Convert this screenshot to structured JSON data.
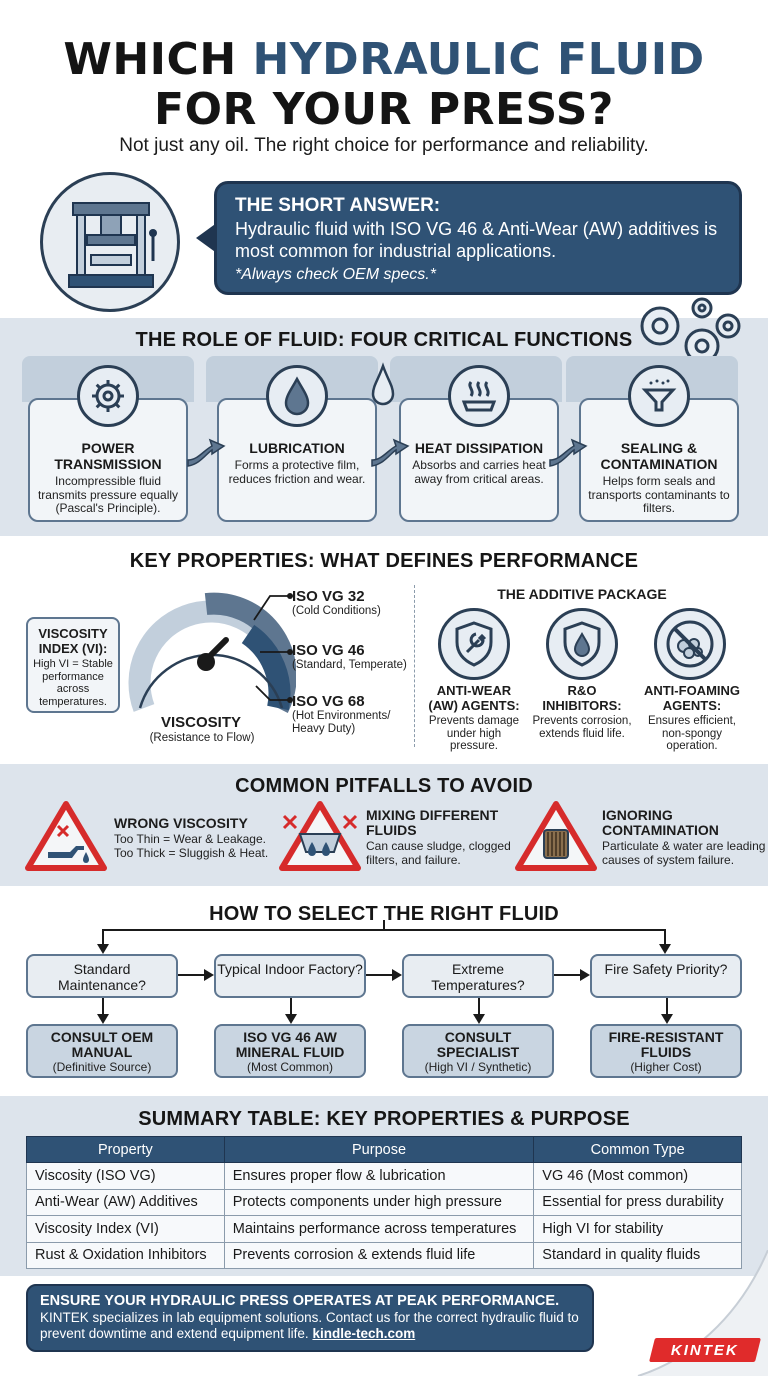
{
  "header": {
    "title_part1": "WHICH",
    "title_part2": "HYDRAULIC FLUID",
    "title_line2": "FOR YOUR PRESS?",
    "subtitle": "Not just any oil. The right choice for performance and reliability."
  },
  "short_answer": {
    "heading": "THE SHORT ANSWER:",
    "text": "Hydraulic fluid with ISO VG 46 & Anti-Wear (AW) additives is most common for industrial applications.",
    "note": "*Always check OEM specs.*"
  },
  "functions": {
    "title": "THE ROLE OF FLUID: FOUR CRITICAL FUNCTIONS",
    "items": [
      {
        "title": "POWER TRANSMISSION",
        "text": "Incompressible fluid transmits pressure equally (Pascal's Principle).",
        "icon": "gear-icon"
      },
      {
        "title": "LUBRICATION",
        "text": "Forms a protective film, reduces friction and wear.",
        "icon": "droplet-icon"
      },
      {
        "title": "HEAT DISSIPATION",
        "text": "Absorbs and carries heat away from critical areas.",
        "icon": "heat-icon"
      },
      {
        "title": "SEALING & CONTAMINATION",
        "text": "Helps form seals and transports contaminants to filters.",
        "icon": "funnel-icon"
      }
    ]
  },
  "properties": {
    "title": "KEY PROPERTIES: WHAT DEFINES PERFORMANCE",
    "vi_title": "VISCOSITY INDEX (VI):",
    "vi_text": "High VI = Stable performance across temperatures.",
    "viscosity_label": "VISCOSITY",
    "viscosity_sub": "(Resistance to Flow)",
    "grades": [
      {
        "label": "ISO VG 32",
        "sub": "(Cold Conditions)"
      },
      {
        "label": "ISO VG 46",
        "sub": "(Standard, Temperate)"
      },
      {
        "label": "ISO VG 68",
        "sub": "(Hot Environments/ Heavy Duty)"
      }
    ],
    "additive_title": "THE ADDITIVE PACKAGE",
    "additives": [
      {
        "title": "ANTI-WEAR (AW) AGENTS:",
        "text": "Prevents damage under high pressure.",
        "icon": "shield-wrench-icon"
      },
      {
        "title": "R&O INHIBITORS:",
        "text": "Prevents corrosion, extends fluid life.",
        "icon": "shield-drop-icon"
      },
      {
        "title": "ANTI-FOAMING AGENTS:",
        "text": "Ensures efficient, non-spongy operation.",
        "icon": "no-foam-icon"
      }
    ]
  },
  "pitfalls": {
    "title": "COMMON PITFALLS TO AVOID",
    "items": [
      {
        "title": "WRONG VISCOSITY",
        "text1": "Too Thin = Wear & Leakage.",
        "text2": "Too Thick = Sluggish & Heat."
      },
      {
        "title": "MIXING DIFFERENT FLUIDS",
        "text1": "Can cause sludge, clogged filters, and failure.",
        "text2": ""
      },
      {
        "title": "IGNORING CONTAMINATION",
        "text1": "Particulate & water are leading causes of system failure.",
        "text2": ""
      }
    ]
  },
  "select": {
    "title": "HOW TO SELECT THE RIGHT FLUID",
    "questions": [
      "Standard Maintenance?",
      "Typical Indoor Factory?",
      "Extreme Temperatures?",
      "Fire Safety Priority?"
    ],
    "answers": [
      {
        "title": "CONSULT OEM MANUAL",
        "sub": "(Definitive Source)"
      },
      {
        "title": "ISO VG 46 AW MINERAL FLUID",
        "sub": "(Most Common)"
      },
      {
        "title": "CONSULT SPECIALIST",
        "sub": "(High VI / Synthetic)"
      },
      {
        "title": "FIRE-RESISTANT FLUIDS",
        "sub": "(Higher Cost)"
      }
    ]
  },
  "summary": {
    "title": "SUMMARY TABLE: KEY PROPERTIES & PURPOSE",
    "headers": [
      "Property",
      "Purpose",
      "Common Type"
    ],
    "rows": [
      [
        "Viscosity (ISO VG)",
        "Ensures proper flow & lubrication",
        "VG 46 (Most common)"
      ],
      [
        "Anti-Wear (AW) Additives",
        "Protects components under high pressure",
        "Essential for press durability"
      ],
      [
        "Viscosity Index (VI)",
        "Maintains performance across temperatures",
        "High VI for stability"
      ],
      [
        "Rust & Oxidation Inhibitors",
        "Prevents corrosion & extends fluid life",
        "Standard in quality fluids"
      ]
    ]
  },
  "footer": {
    "heading": "ENSURE YOUR HYDRAULIC PRESS OPERATES AT PEAK PERFORMANCE.",
    "text": "KINTEK specializes in lab equipment solutions. Contact us for the correct hydraulic fluid to prevent downtime and extend equipment life.",
    "link": "kindle-tech.com",
    "logo": "KINTEK"
  },
  "colors": {
    "navy": "#2f5275",
    "band": "#dde4ec",
    "warning_red": "#d62b2b",
    "logo_red": "#e02b2b"
  }
}
